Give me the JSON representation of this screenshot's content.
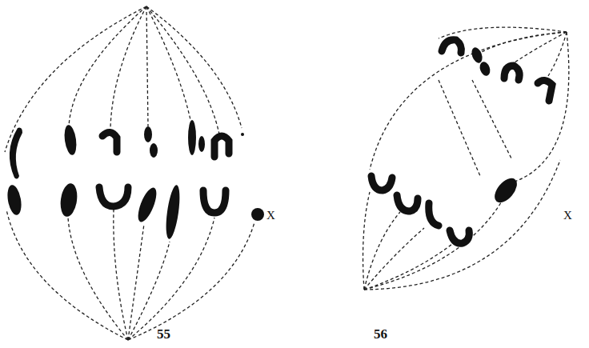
{
  "diagram": {
    "labels": [
      "X",
      "55",
      "X",
      "56"
    ]
  }
}
